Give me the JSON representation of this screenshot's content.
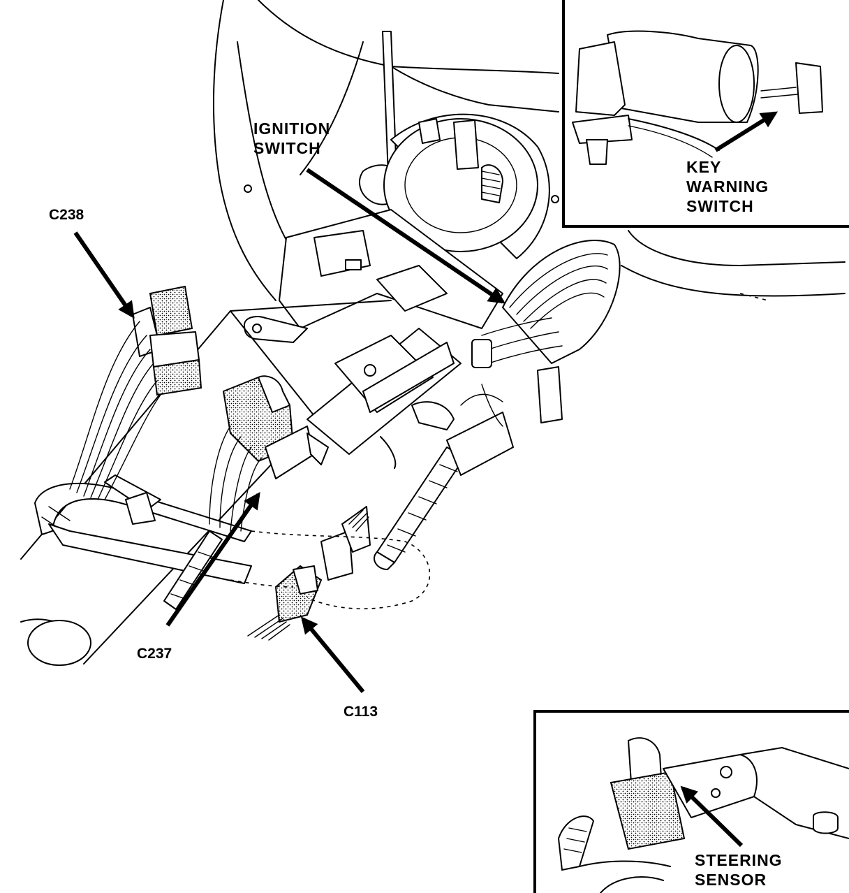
{
  "callouts": {
    "ignition_switch": [
      "IGNITION",
      "SWITCH"
    ],
    "key_warning_switch": [
      "KEY",
      "WARNING",
      "SWITCH"
    ],
    "steering_sensor": [
      "STEERING",
      "SENSOR"
    ],
    "c238": "C238",
    "c237": "C237",
    "c113": "C113"
  }
}
